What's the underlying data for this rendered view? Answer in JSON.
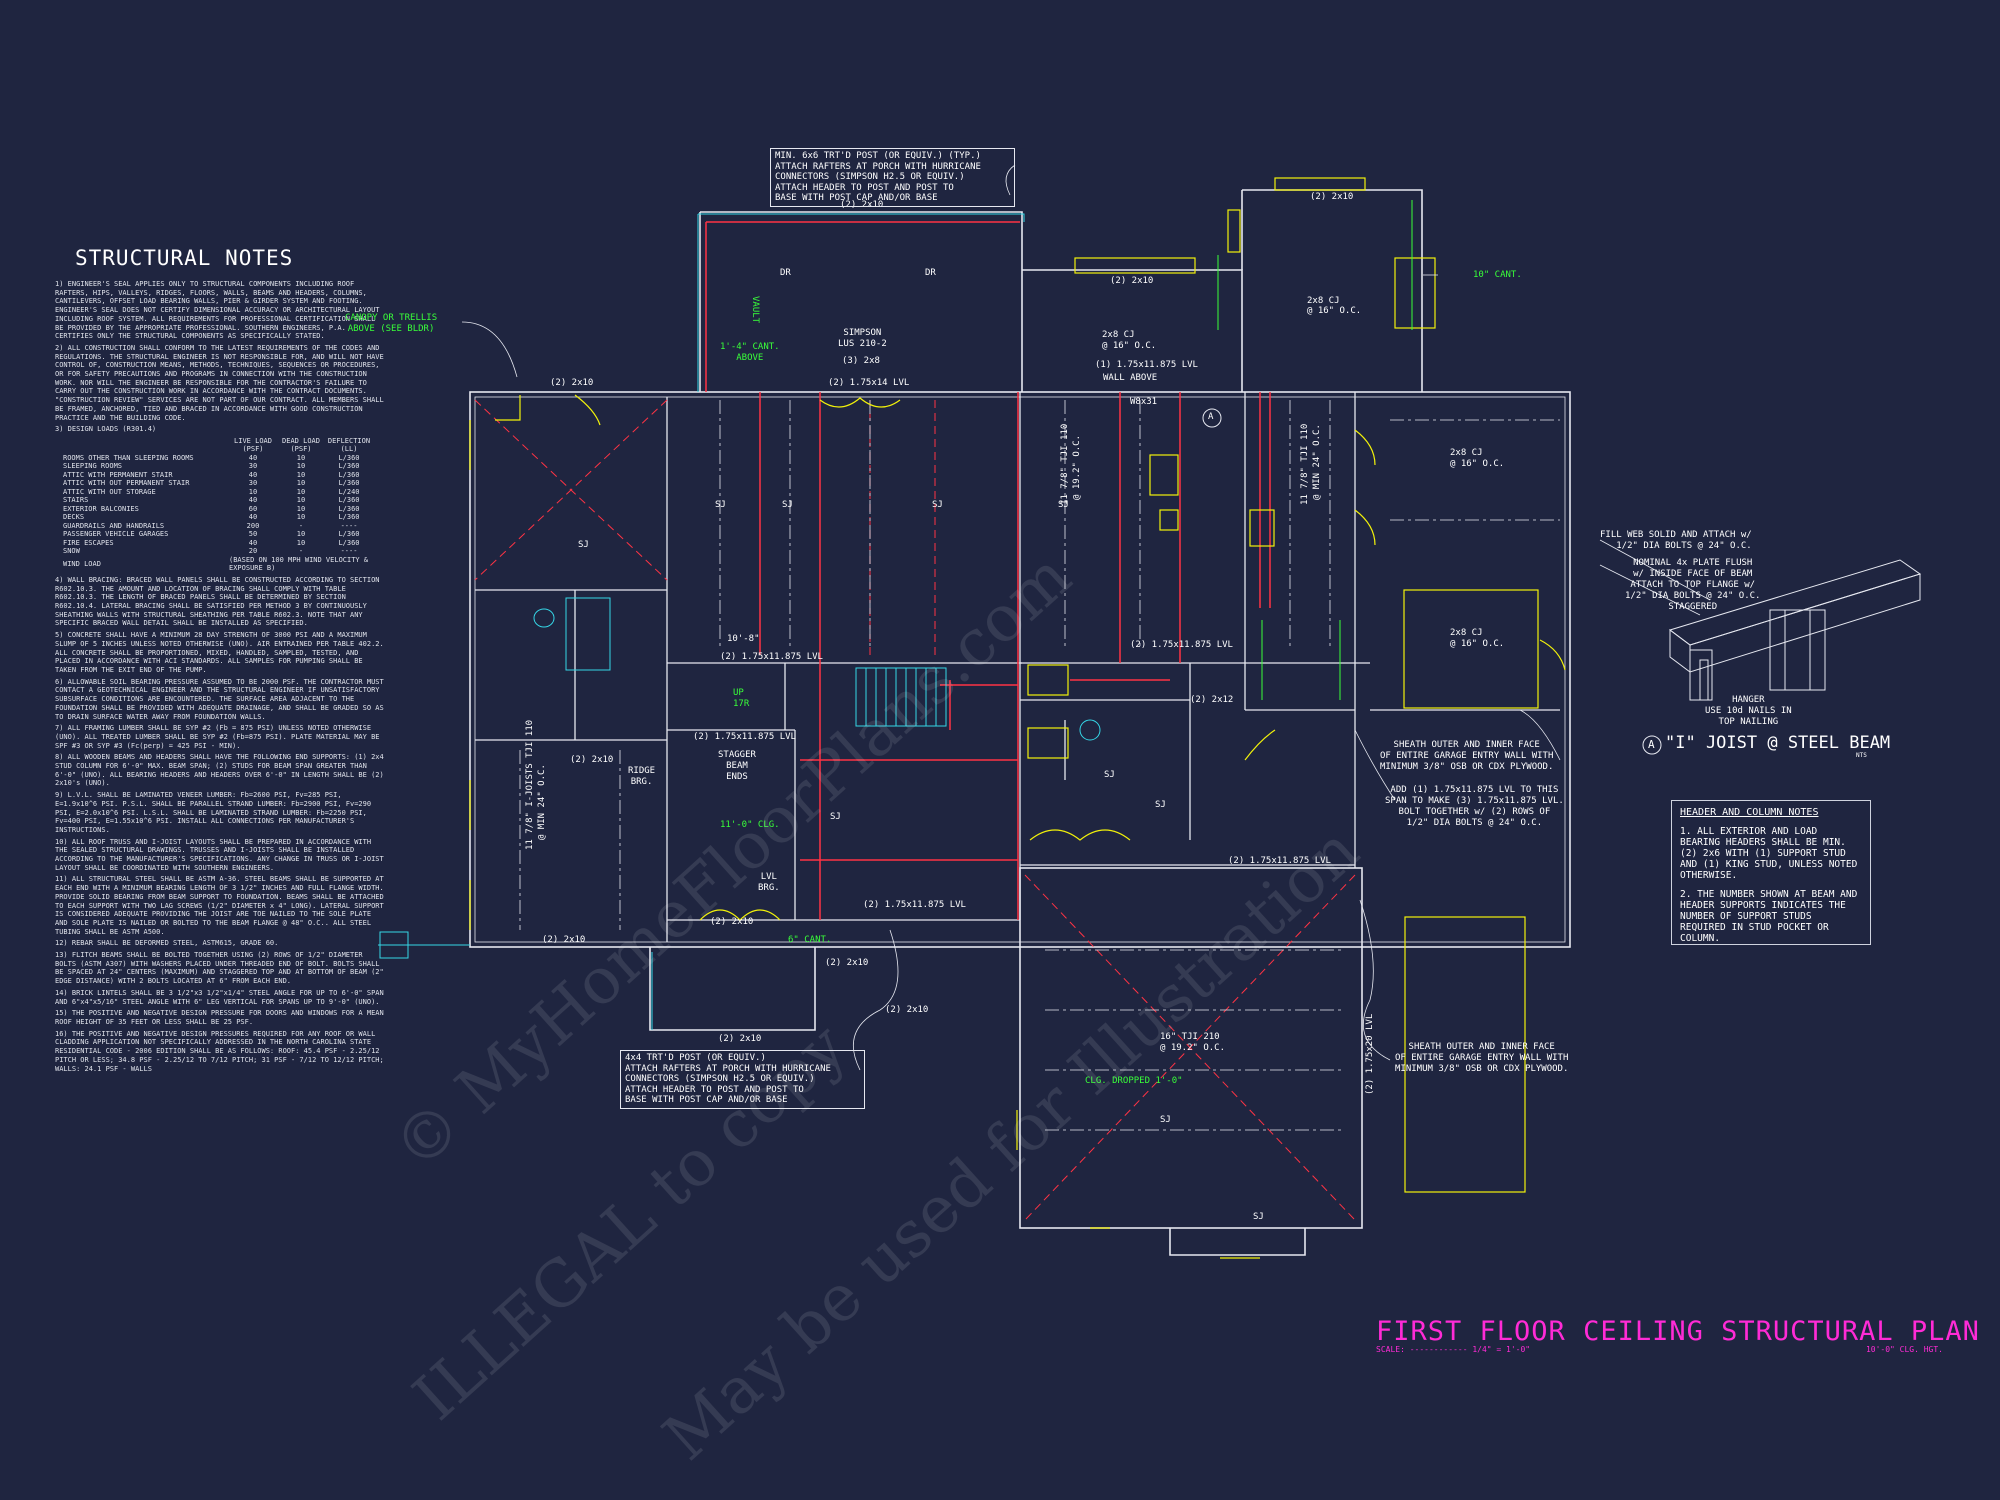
{
  "notes": {
    "title": "STRUCTURAL NOTES",
    "items": [
      "1) ENGINEER'S SEAL APPLIES ONLY TO STRUCTURAL COMPONENTS INCLUDING ROOF RAFTERS, HIPS, VALLEYS, RIDGES, FLOORS, WALLS, BEAMS AND HEADERS, COLUMNS, CANTILEVERS, OFFSET LOAD BEARING WALLS, PIER & GIRDER SYSTEM AND FOOTING. ENGINEER'S SEAL DOES NOT CERTIFY DIMENSIONAL ACCURACY OR ARCHITECTURAL LAYOUT INCLUDING ROOF SYSTEM. ALL REQUIREMENTS FOR PROFESSIONAL CERTIFICATION SHALL BE PROVIDED BY THE APPROPRIATE PROFESSIONAL. SOUTHERN ENGINEERS, P.A. CERTIFIES ONLY THE STRUCTURAL COMPONENTS AS SPECIFICALLY STATED.",
      "2) ALL CONSTRUCTION SHALL CONFORM TO THE LATEST REQUIREMENTS OF THE CODES AND REGULATIONS. THE STRUCTURAL ENGINEER IS NOT RESPONSIBLE FOR, AND WILL NOT HAVE CONTROL OF, CONSTRUCTION MEANS, METHODS, TECHNIQUES, SEQUENCES OR PROCEDURES, OR FOR SAFETY PRECAUTIONS AND PROGRAMS IN CONNECTION WITH THE CONSTRUCTION WORK. NOR WILL THE ENGINEER BE RESPONSIBLE FOR THE CONTRACTOR'S FAILURE TO CARRY OUT THE CONSTRUCTION WORK IN ACCORDANCE WITH THE CONTRACT DOCUMENTS. \"CONSTRUCTION REVIEW\" SERVICES ARE NOT PART OF OUR CONTRACT. ALL MEMBERS SHALL BE FRAMED, ANCHORED, TIED AND BRACED IN ACCORDANCE WITH GOOD CONSTRUCTION PRACTICE AND THE BUILDING CODE.",
      "3) DESIGN LOADS (R301.4)"
    ],
    "load_headers": [
      "",
      "LIVE LOAD (PSF)",
      "DEAD LOAD (PSF)",
      "DEFLECTION (LL)"
    ],
    "loads": [
      [
        "ROOMS OTHER THAN SLEEPING ROOMS",
        "40",
        "10",
        "L/360"
      ],
      [
        "SLEEPING ROOMS",
        "30",
        "10",
        "L/360"
      ],
      [
        "ATTIC WITH PERMANENT STAIR",
        "40",
        "10",
        "L/360"
      ],
      [
        "ATTIC WITH OUT PERMANENT STAIR",
        "30",
        "10",
        "L/360"
      ],
      [
        "ATTIC WITH OUT STORAGE",
        "10",
        "10",
        "L/240"
      ],
      [
        "STAIRS",
        "40",
        "10",
        "L/360"
      ],
      [
        "EXTERIOR BALCONIES",
        "60",
        "10",
        "L/360"
      ],
      [
        "DECKS",
        "40",
        "10",
        "L/360"
      ],
      [
        "GUARDRAILS AND HANDRAILS",
        "200",
        "-",
        "----"
      ],
      [
        "PASSENGER VEHICLE GARAGES",
        "50",
        "10",
        "L/360"
      ],
      [
        "FIRE ESCAPES",
        "40",
        "10",
        "L/360"
      ],
      [
        "SNOW",
        "20",
        "-",
        "----"
      ],
      [
        "WIND LOAD",
        "(BASED ON 100 MPH WIND VELOCITY & EXPOSURE B)",
        "",
        ""
      ]
    ],
    "items2": [
      "4) WALL BRACING: BRACED WALL PANELS SHALL BE CONSTRUCTED ACCORDING TO SECTION R602.10.3. THE AMOUNT AND LOCATION OF BRACING SHALL COMPLY WITH TABLE R602.10.3. THE LENGTH OF BRACED PANELS SHALL BE DETERMINED BY SECTION R602.10.4. LATERAL BRACING SHALL BE SATISFIED PER METHOD 3 BY CONTINUOUSLY SHEATHING WALLS WITH STRUCTURAL SHEATHING PER TABLE R602.3. NOTE THAT ANY SPECIFIC BRACED WALL DETAIL SHALL BE INSTALLED AS SPECIFIED.",
      "5) CONCRETE SHALL HAVE A MINIMUM 28 DAY STRENGTH OF 3000 PSI AND A MAXIMUM SLUMP OF 5 INCHES UNLESS NOTED OTHERWISE (UNO). AIR ENTRAINED PER TABLE 402.2. ALL CONCRETE SHALL BE PROPORTIONED, MIXED, HANDLED, SAMPLED, TESTED, AND PLACED IN ACCORDANCE WITH ACI STANDARDS. ALL SAMPLES FOR PUMPING SHALL BE TAKEN FROM THE EXIT END OF THE PUMP.",
      "6) ALLOWABLE SOIL BEARING PRESSURE ASSUMED TO BE 2000 PSF. THE CONTRACTOR MUST CONTACT A GEOTECHNICAL ENGINEER AND THE STRUCTURAL ENGINEER IF UNSATISFACTORY SUBSURFACE CONDITIONS ARE ENCOUNTERED. THE SURFACE AREA ADJACENT TO THE FOUNDATION SHALL BE PROVIDED WITH ADEQUATE DRAINAGE, AND SHALL BE GRADED SO AS TO DRAIN SURFACE WATER AWAY FROM FOUNDATION WALLS.",
      "7) ALL FRAMING LUMBER SHALL BE SYP #2 (Fb = 875 PSI) UNLESS NOTED OTHERWISE (UNO). ALL TREATED LUMBER SHALL BE SYP #2 (Fb=875 PSI). PLATE MATERIAL MAY BE SPF #3 OR SYP #3 (Fc(perp) = 425 PSI - MIN).",
      "8) ALL WOODEN BEAMS AND HEADERS SHALL HAVE THE FOLLOWING END SUPPORTS: (1) 2x4 STUD COLUMN FOR 6'-0\" MAX. BEAM SPAN; (2) STUDS FOR BEAM SPAN GREATER THAN 6'-0\" (UNO). ALL BEARING HEADERS AND HEADERS OVER 6'-0\" IN LENGTH SHALL BE (2) 2x10's (UNO).",
      "9) L.V.L. SHALL BE LAMINATED VENEER LUMBER: Fb=2600 PSI, Fv=285 PSI, E=1.9x10^6 PSI. P.S.L. SHALL BE PARALLEL STRAND LUMBER: Fb=2900 PSI, Fv=290 PSI, E=2.0x10^6 PSI. L.S.L. SHALL BE LAMINATED STRAND LUMBER: Fb=2250 PSI, Fv=400 PSI, E=1.55x10^6 PSI. INSTALL ALL CONNECTIONS PER MANUFACTURER'S INSTRUCTIONS.",
      "10) ALL ROOF TRUSS AND I-JOIST LAYOUTS SHALL BE PREPARED IN ACCORDANCE WITH THE SEALED STRUCTURAL DRAWINGS. TRUSSES AND I-JOISTS SHALL BE INSTALLED ACCORDING TO THE MANUFACTURER'S SPECIFICATIONS. ANY CHANGE IN TRUSS OR I-JOIST LAYOUT SHALL BE COORDINATED WITH SOUTHERN ENGINEERS.",
      "11) ALL STRUCTURAL STEEL SHALL BE ASTM A-36. STEEL BEAMS SHALL BE SUPPORTED AT EACH END WITH A MINIMUM BEARING LENGTH OF 3 1/2\" INCHES AND FULL FLANGE WIDTH. PROVIDE SOLID BEARING FROM BEAM SUPPORT TO FOUNDATION. BEAMS SHALL BE ATTACHED TO EACH SUPPORT WITH TWO LAG SCREWS (1/2\" DIAMETER x 4\" LONG). LATERAL SUPPORT IS CONSIDERED ADEQUATE PROVIDING THE JOIST ARE TOE NAILED TO THE SOLE PLATE AND SOLE PLATE IS NAILED OR BOLTED TO THE BEAM FLANGE @ 48\" O.C.. ALL STEEL TUBING SHALL BE ASTM A500.",
      "12) REBAR SHALL BE DEFORMED STEEL, ASTM615, GRADE 60.",
      "13) FLITCH BEAMS SHALL BE BOLTED TOGETHER USING (2) ROWS OF 1/2\" DIAMETER BOLTS (ASTM A307) WITH WASHERS PLACED UNDER THREADED END OF BOLT. BOLTS SHALL BE SPACED AT 24\" CENTERS (MAXIMUM) AND STAGGERED TOP AND AT BOTTOM OF BEAM (2\" EDGE DISTANCE) WITH 2 BOLTS LOCATED AT 6\" FROM EACH END.",
      "14) BRICK LINTELS SHALL BE 3 1/2\"x3 1/2\"x1/4\" STEEL ANGLE FOR UP TO 6'-0\" SPAN AND 6\"x4\"x5/16\" STEEL ANGLE WITH 6\" LEG VERTICAL FOR SPANS UP TO 9'-0\" (UNO).",
      "15) THE POSITIVE AND NEGATIVE DESIGN PRESSURE FOR DOORS AND WINDOWS FOR A MEAN ROOF HEIGHT OF 35 FEET OR LESS SHALL BE 25 PSF.",
      "16) THE POSITIVE AND NEGATIVE DESIGN PRESSURES REQUIRED FOR ANY ROOF OR WALL CLADDING APPLICATION NOT SPECIFICALLY ADDRESSED IN THE NORTH CAROLINA STATE RESIDENTIAL CODE - 2006 EDITION SHALL BE AS FOLLOWS: ROOF: 45.4 PSF - 2.25/12 PITCH OR LESS; 34.8 PSF - 2.25/12 TO 7/12 PITCH; 31 PSF - 7/12 TO 12/12 PITCH; WALLS: 24.1 PSF - WALLS"
    ]
  },
  "callouts": {
    "top_porch": [
      "MIN. 6x6 TRT'D POST (OR EQUIV.) (TYP.)",
      "ATTACH RAFTERS AT PORCH WITH HURRICANE",
      "CONNECTORS (SIMPSON H2.5 OR EQUIV.)",
      "ATTACH HEADER TO POST AND POST TO",
      "BASE WITH POST CAP AND/OR BASE"
    ],
    "bottom_porch": [
      "4x4 TRT'D POST (OR EQUIV.)",
      "ATTACH RAFTERS AT PORCH WITH HURRICANE",
      "CONNECTORS (SIMPSON H2.5 OR EQUIV.)",
      "ATTACH HEADER TO POST AND POST TO",
      "BASE WITH POST CAP AND/OR BASE"
    ],
    "canopy": [
      "CANOPY OR TRELLIS",
      "ABOVE (SEE BLDR)"
    ],
    "cant_1": [
      "1'-4\" CANT.",
      "ABOVE"
    ],
    "cant_10": "10\" CANT.",
    "cant_6": "6\" CANT.",
    "clg_11": "11'-0\" CLG.",
    "clg_dropped": "CLG. DROPPED 1'-0\"",
    "sheath_top": [
      "SHEATH OUTER AND INNER FACE",
      "OF ENTIRE GARAGE ENTRY WALL WITH",
      "MINIMUM 3/8\" OSB OR CDX PLYWOOD."
    ],
    "sheath_bottom": [
      "SHEATH OUTER AND INNER FACE",
      "OF ENTIRE GARAGE ENTRY WALL WITH",
      "MINIMUM 3/8\" OSB OR CDX PLYWOOD."
    ],
    "add_lvl": [
      "ADD (1) 1.75x11.875 LVL TO THIS",
      "SPAN TO MAKE (3) 1.75x11.875 LVL.",
      "BOLT TOGETHER w/ (2) ROWS OF",
      "1/2\" DIA BOLTS @ 24\" O.C."
    ],
    "stagger": [
      "STAGGER",
      "BEAM",
      "ENDS"
    ],
    "simpson": [
      "SIMPSON",
      "LUS 210-2"
    ],
    "lvl_brg": [
      "LVL",
      "BRG."
    ],
    "ridge_brg": [
      "RIDGE",
      "BRG."
    ],
    "up": [
      "UP",
      "17R"
    ]
  },
  "plan_labels": [
    "(2) 2x10",
    "(2) 2x10",
    "(2) 2x10",
    "(2) 2x10",
    "(2) 2x10",
    "(2) 2x10",
    "(2) 2x10",
    "(2) 2x10",
    "(2) 2x10",
    "(2) 2x10",
    "(2) 2x12",
    "(2) 1.75x14 LVL",
    "(3) 2x8",
    "(1) 1.75x11.875 LVL",
    "WALL ABOVE",
    "W8x31",
    "(2) 1.75x11.875 LVL",
    "(2) 1.75x11.875 LVL",
    "(2) 1.75x11.875 LVL",
    "(2) 1.75x11.875 LVL",
    "(2) 1.75x11.875 LVL",
    "2x8 CJ",
    "@ 16\" O.C.",
    "2x8 CJ",
    "@ 16\" O.C.",
    "2x8 CJ",
    "@ 16\" O.C.",
    "2x8 CJ",
    "@ 16\" O.C.",
    "11 7/8\" TJI 110",
    "@ 19.2\" O.C.",
    "11 7/8\" TJI 110",
    "@ MIN 24\" O.C.",
    "11 7/8\" I-JOISTS TJI 110",
    "@ MIN 24\" O.C.",
    "16\" TJI 210",
    "@ 19.2\" O.C.",
    "(2) 1.75x20 LVL",
    "DR",
    "DR",
    "SJ",
    "SJ",
    "SJ",
    "SJ",
    "SJ",
    "SJ",
    "SJ",
    "SJ",
    "SJ",
    "SJ",
    "VAULT",
    "10'-8\"",
    "A"
  ],
  "detail": {
    "labels": [
      "FILL WEB SOLID AND ATTACH w/",
      "1/2\" DIA BOLTS @ 24\" O.C.",
      "NOMINAL 4x PLATE FLUSH",
      "w/ INSIDE FACE OF BEAM",
      "ATTACH TO TOP FLANGE w/",
      "1/2\" DIA BOLTS @ 24\" O.C.",
      "STAGGERED",
      "HANGER",
      "USE 10d NAILS IN",
      "TOP NAILING"
    ],
    "title": "\"I\" JOIST @ STEEL BEAM",
    "marker": "A",
    "nts": "NTS"
  },
  "header_column_notes": {
    "title": "HEADER AND COLUMN NOTES",
    "items": [
      "1. ALL EXTERIOR AND LOAD BEARING HEADERS SHALL BE MIN. (2) 2x6 WITH (1) SUPPORT STUD AND (1) KING STUD, UNLESS NOTED OTHERWISE.",
      "2. THE NUMBER SHOWN AT BEAM AND HEADER SUPPORTS INDICATES THE NUMBER OF SUPPORT STUDS REQUIRED IN STUD POCKET OR COLUMN."
    ]
  },
  "plan_title": {
    "title": "FIRST FLOOR CEILING STRUCTURAL PLAN",
    "scale_label": "SCALE: ------------ 1/4\" = 1'-0\"",
    "ceiling": "10'-0\" CLG. HGT."
  },
  "watermarks": [
    "© MyHomeFloorPlans.com",
    "ILLEGAL to copy",
    "May be used for Illustration"
  ],
  "colors": {
    "background": "#1f2540",
    "wall": "#e6e8f0",
    "beam": "#ff3344",
    "note_green": "#39ff39",
    "fixture_yellow": "#f2f20a",
    "title_magenta": "#ff2bd6",
    "cyan": "#35d6e6"
  }
}
